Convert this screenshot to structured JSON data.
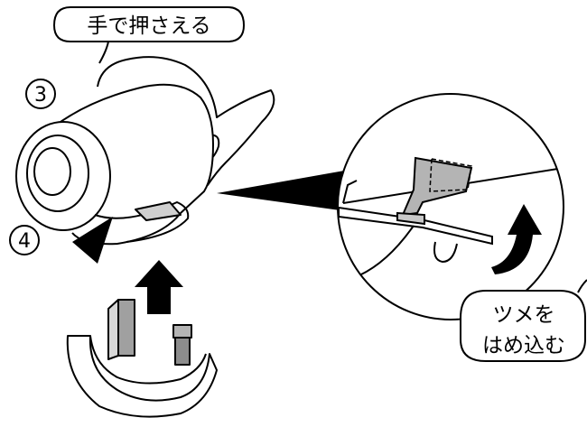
{
  "labels": {
    "hold_by_hand": "手で押さえる",
    "step3": "3",
    "step4": "4",
    "tab_line1": "ツメを",
    "tab_line2": "はめ込む"
  },
  "colors": {
    "line": "#000000",
    "fill": "#ffffff",
    "tab_dark": "#8c8c8c",
    "tab_mid": "#b4b4b4",
    "tab_light": "#c8c8c8",
    "arrow": "#000000"
  }
}
